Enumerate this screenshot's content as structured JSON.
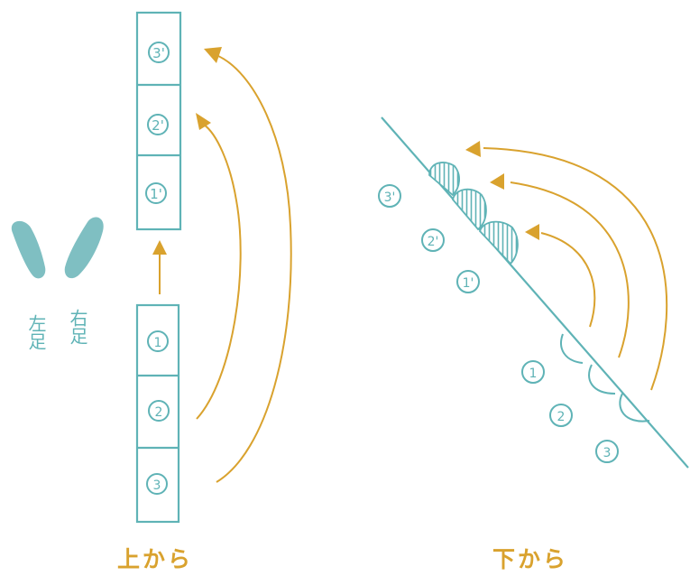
{
  "colors": {
    "teal": "#5fb3b6",
    "feet": "#7fbfc2",
    "orange": "#d9a22e",
    "white": "#ffffff"
  },
  "feet_labels": {
    "left": "左足",
    "right": "右足"
  },
  "left_diagram": {
    "caption": "上から",
    "lower_steps": [
      "1",
      "2",
      "3"
    ],
    "upper_steps": [
      "3'",
      "2'",
      "1'"
    ]
  },
  "right_diagram": {
    "caption": "下から",
    "lower_steps": [
      "1",
      "2",
      "3"
    ],
    "upper_steps": [
      "3'",
      "2'",
      "1'"
    ]
  }
}
